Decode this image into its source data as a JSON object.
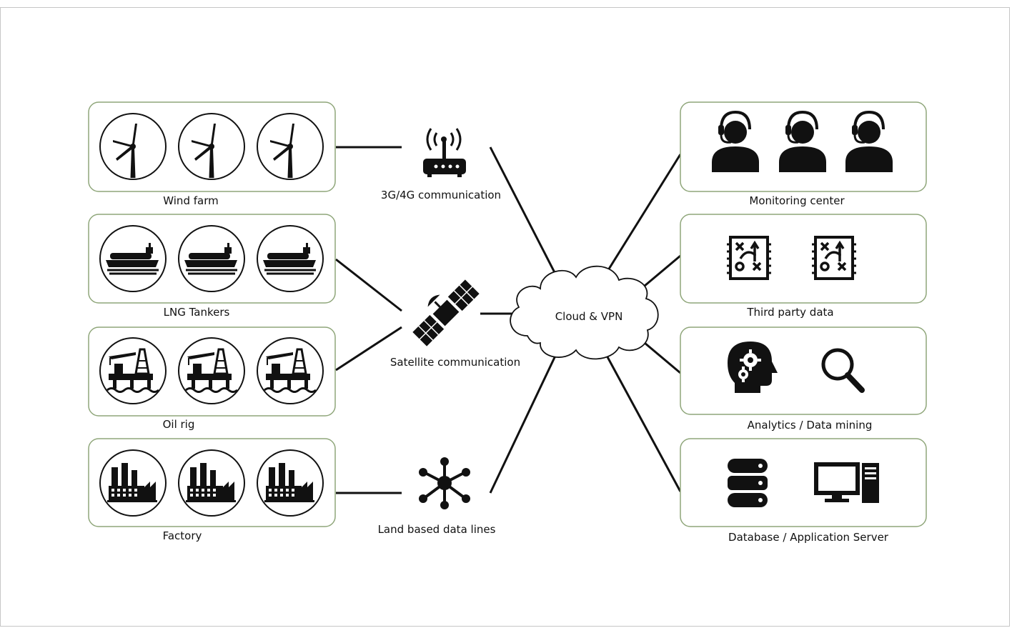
{
  "sources": [
    {
      "id": "wind",
      "label": "Wind farm",
      "icon": "wind-turbine-icon"
    },
    {
      "id": "lng",
      "label": "LNG Tankers",
      "icon": "lng-tanker-icon"
    },
    {
      "id": "oil",
      "label": "Oil rig",
      "icon": "oil-rig-icon"
    },
    {
      "id": "factory",
      "label": "Factory",
      "icon": "factory-icon"
    }
  ],
  "channels": [
    {
      "id": "cell",
      "label": "3G/4G communication",
      "icon": "router-icon"
    },
    {
      "id": "sat",
      "label": "Satellite communication",
      "icon": "satellite-icon"
    },
    {
      "id": "land",
      "label": "Land based data lines",
      "icon": "network-hub-icon"
    }
  ],
  "cloud": {
    "label": "Cloud & VPN",
    "icon": "cloud-icon"
  },
  "destinations": [
    {
      "id": "monitor",
      "label": "Monitoring center",
      "icons": [
        "operator-headset-icon",
        "operator-headset-icon",
        "operator-headset-icon"
      ]
    },
    {
      "id": "third",
      "label": "Third party data",
      "icons": [
        "tactics-board-icon",
        "tactics-board-icon"
      ]
    },
    {
      "id": "analytics",
      "label": "Analytics / Data mining",
      "icons": [
        "head-gears-icon",
        "magnifier-icon"
      ]
    },
    {
      "id": "db",
      "label": "Database / Application Server",
      "icons": [
        "database-icon",
        "computer-server-icon"
      ]
    }
  ],
  "colors": {
    "box_border": "#8fa67a",
    "line": "#111111",
    "icon": "#111111"
  }
}
